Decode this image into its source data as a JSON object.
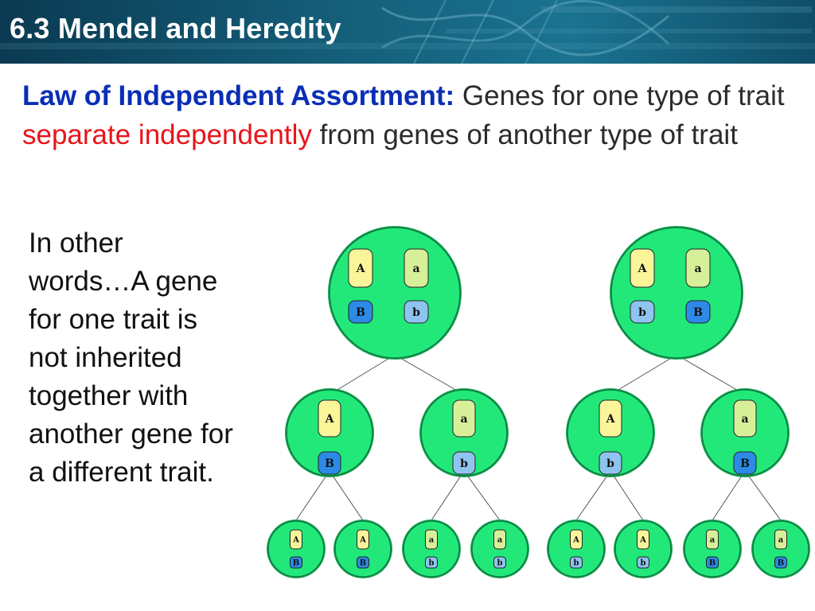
{
  "header": {
    "title": "6.3 Mendel and Heredity"
  },
  "law": {
    "term": "Law of Independent Assortment:",
    "part1": " Genes for one type of trait ",
    "highlight": "separate independently",
    "part2": " from genes of another type of trait"
  },
  "explanation": {
    "lines": [
      "In other",
      "words…A gene",
      "for one trait is",
      "not inherited",
      "together with",
      "another gene for",
      "a different trait."
    ]
  },
  "diagram": {
    "colors": {
      "cell_fill": "#22e87a",
      "cell_edge": "#1aa85a",
      "dominant_a_fill": "#fbf59a",
      "recessive_a_fill": "#d8ef9a",
      "dominant_b_fill": "#2d8ae6",
      "recessive_b_fill": "#8fc3f0"
    },
    "trees": [
      {
        "parent": [
          "A",
          "a",
          "B",
          "b"
        ],
        "daughters": [
          [
            "A",
            "B"
          ],
          [
            "a",
            "b"
          ]
        ],
        "gametes": [
          [
            "A",
            "B"
          ],
          [
            "A",
            "B"
          ],
          [
            "a",
            "b"
          ],
          [
            "a",
            "b"
          ]
        ]
      },
      {
        "parent": [
          "A",
          "a",
          "b",
          "B"
        ],
        "daughters": [
          [
            "A",
            "b"
          ],
          [
            "a",
            "B"
          ]
        ],
        "gametes": [
          [
            "A",
            "b"
          ],
          [
            "A",
            "b"
          ],
          [
            "a",
            "B"
          ],
          [
            "a",
            "B"
          ]
        ]
      }
    ]
  }
}
